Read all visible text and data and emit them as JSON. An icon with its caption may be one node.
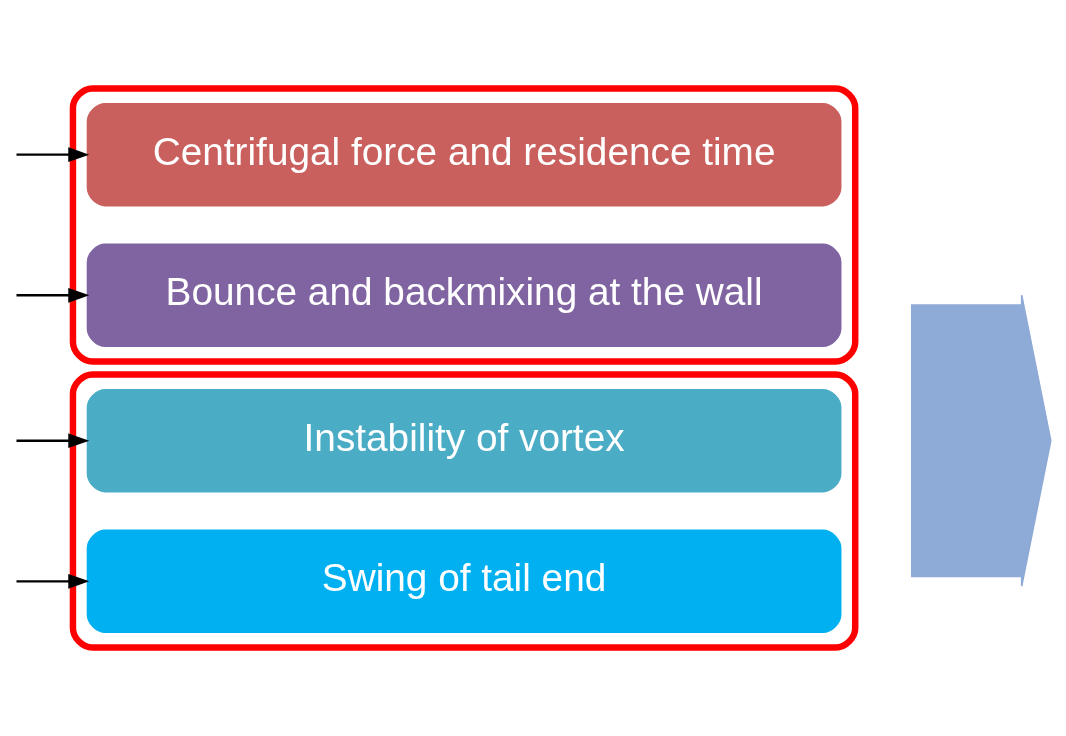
{
  "diagram": {
    "nodes": [
      {
        "text": [],
        "shape": "ellipse"
      },
      {
        "text": [
          "Centrifugal force and residence time"
        ],
        "in": 0
      },
      {
        "text": [
          "Bounce and backmixing at the wall"
        ],
        "in": 0
      },
      {
        "text": [],
        "shape": "ellipse"
      },
      {
        "text": [
          "Instability of vortex"
        ],
        "in": 3
      },
      {
        "text": [
          "Swing of tail end"
        ],
        "in": 3
      },
      {
        "text": [],
        "shape": "arrow"
      }
    ],
    "edges": [
      {
        "from": null,
        "to": 1,
        "arrow": "to"
      },
      {
        "from": null,
        "to": 2,
        "arrow": "to"
      },
      {
        "from": null,
        "to": 4,
        "arrow": "to"
      },
      {
        "from": null,
        "to": 5,
        "arrow": "to"
      }
    ]
  }
}
